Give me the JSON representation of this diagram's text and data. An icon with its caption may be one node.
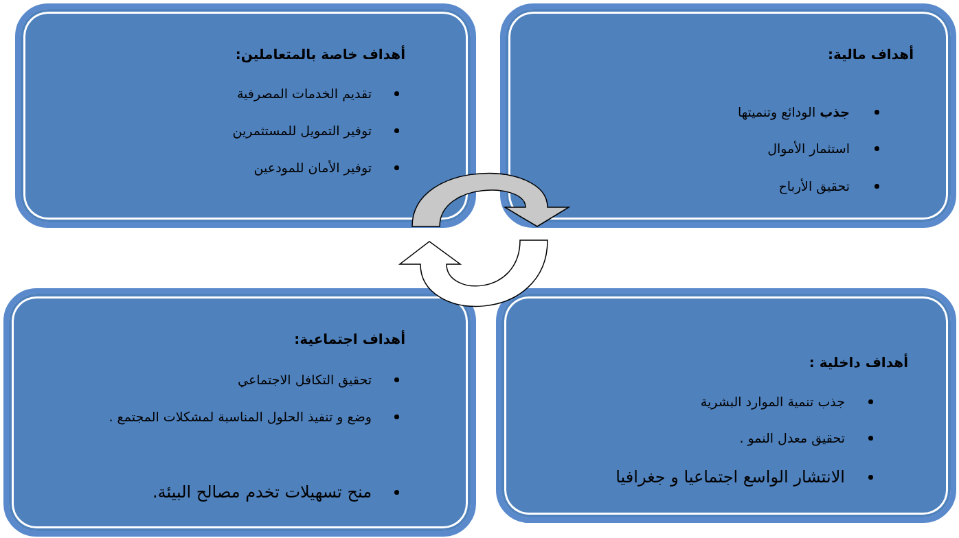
{
  "diagram": {
    "nodes": [
      {
        "text": [
          "أهداف مالية:",
          "**جذب** الودائع وتنميتها",
          "استثمار الأموال",
          "تحقيق الأرباح"
        ]
      },
      {
        "text": [
          "أهداف خاصة بالمتعاملين:",
          "تقديم الخدمات المصرفية",
          "توفير التمويل للمستثمرين",
          "توفير الأمان للمودعين"
        ]
      },
      {
        "text": [
          "أهداف اجتماعية:",
          "تحقيق التكافل الاجتماعي",
          "وضع و تنفيذ الحلول المناسبة لمشكلات المجتمع .",
          "منح تسهيلات تخدم مصالح البيئة."
        ]
      },
      {
        "text": [
          "أهداف داخلية :",
          "جذب تنمية الموارد البشرية",
          "تحقيق معدل النمو .",
          "الانتشار الواسع اجتماعيا و جغرافيا"
        ]
      }
    ]
  }
}
